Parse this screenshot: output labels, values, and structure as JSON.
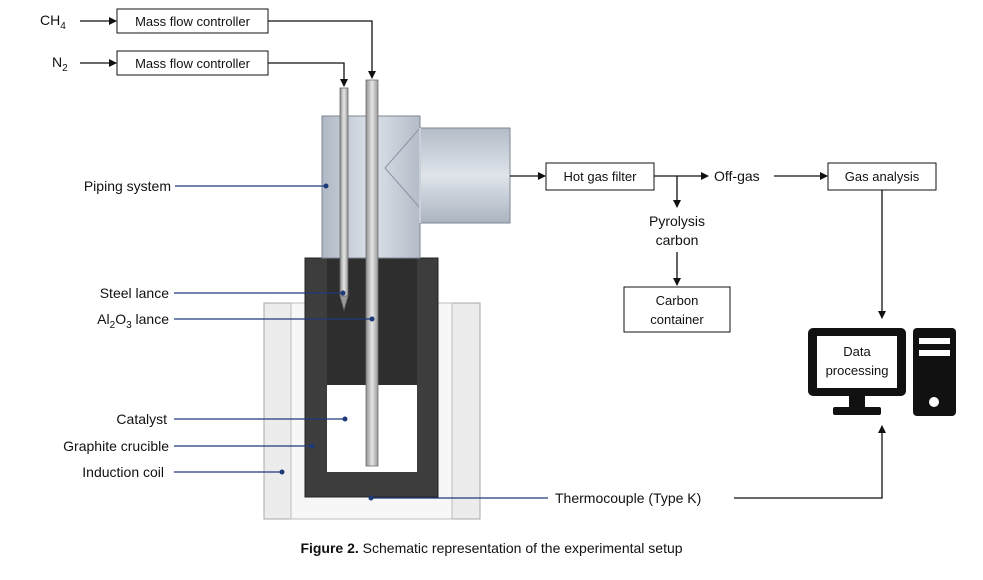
{
  "gases": {
    "methane": {
      "base": "CH",
      "sub": "4"
    },
    "nitrogen": {
      "base": "N",
      "sub": "2"
    }
  },
  "controllers": {
    "methane_label": "Mass flow controller",
    "nitrogen_label": "Mass flow controller"
  },
  "components": {
    "piping": "Piping system",
    "steel_lance": "Steel lance",
    "alumina_lance": {
      "a": "Al",
      "s1": "2",
      "b": "O",
      "s2": "3",
      "c": " lance"
    },
    "catalyst": "Catalyst",
    "crucible": "Graphite crucible",
    "coil": "Induction coil",
    "thermocouple": "Thermocouple (Type K)"
  },
  "process": {
    "filter": "Hot gas filter",
    "offgas": "Off-gas",
    "analysis": "Gas analysis",
    "pyrolysis_1": "Pyrolysis",
    "pyrolysis_2": "carbon",
    "container_1": "Carbon",
    "container_2": "container",
    "data_1": "Data",
    "data_2": "processing"
  },
  "caption": {
    "label": "Figure 2.",
    "text": " Schematic representation of the experimental setup"
  },
  "colors": {
    "pointer": "#1f3a7a",
    "pipe_fill": "#c9d0da",
    "crucible": "#3c3c3c",
    "coil": "#eeeeee",
    "lance": "#b9b9b9"
  }
}
